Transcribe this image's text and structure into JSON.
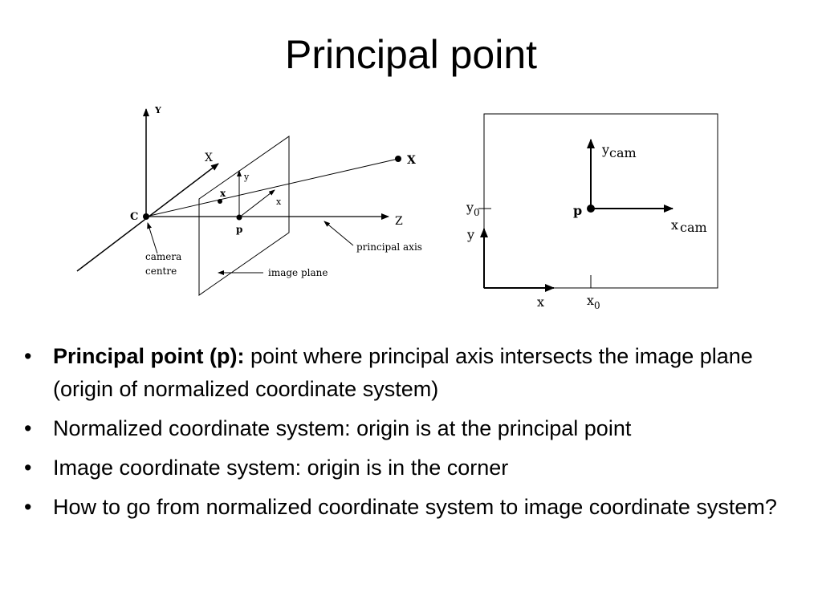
{
  "slide": {
    "title": "Principal point"
  },
  "camera_diagram": {
    "axis_y": "Y",
    "axis_x": "X",
    "axis_z": "Z",
    "point_world": "X",
    "point_image": "x",
    "plane_y": "y",
    "plane_x": "x",
    "camera_label": "C",
    "principal_label": "p",
    "camera_centre_line1": "camera",
    "camera_centre_line2": "centre",
    "image_plane": "image plane",
    "principal_axis": "principal axis"
  },
  "image_diagram": {
    "ycam_base": "y",
    "ycam_sub": "cam",
    "xcam_base": "x",
    "xcam_sub": "cam",
    "p_label": "p",
    "y0_base": "y",
    "y0_sub": "0",
    "y_label": "y",
    "x_label": "x",
    "x0_base": "x",
    "x0_sub": "0"
  },
  "bullets": [
    {
      "lead": "Principal point (p):",
      "text": " point where principal axis intersects the image plane (origin of normalized coordinate system)"
    },
    {
      "lead": "",
      "text": "Normalized coordinate system: origin is at the principal point"
    },
    {
      "lead": "",
      "text": "Image coordinate system: origin is in the corner"
    },
    {
      "lead": "",
      "text": "How to go from normalized coordinate system to image coordinate system?"
    }
  ],
  "bullet_symbol": "•"
}
